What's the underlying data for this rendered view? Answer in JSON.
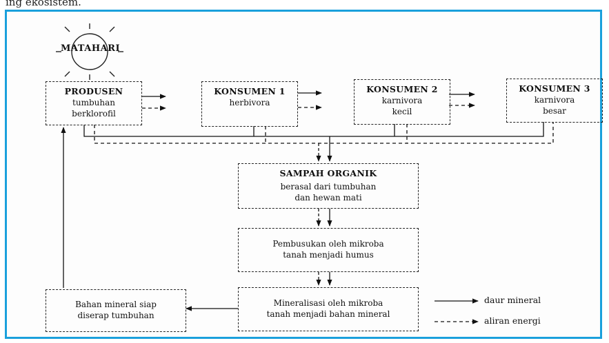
{
  "caption": "ing ekosistem.",
  "sun": {
    "label": "MATAHARI"
  },
  "boxes": {
    "produsen": {
      "title": "PRODUSEN",
      "desc": "tumbuhan\nberklorofil"
    },
    "konsumen1": {
      "title": "KONSUMEN 1",
      "desc": "herbivora"
    },
    "konsumen2": {
      "title": "KONSUMEN 2",
      "desc": "karnivora\nkecil"
    },
    "konsumen3": {
      "title": "KONSUMEN 3",
      "desc": "karnivora\nbesar"
    },
    "sampah": {
      "title": "SAMPAH ORGANIK",
      "desc": "berasal dari tumbuhan\ndan hewan mati"
    },
    "pembusukan": {
      "desc": "Pembusukan oleh mikroba\ntanah menjadi humus"
    },
    "mineralisasi": {
      "desc": "Mineralisasi oleh mikroba\ntanah menjadi bahan mineral"
    },
    "bahan": {
      "desc": "Bahan mineral siap\ndiserap tumbuhan"
    }
  },
  "legend": {
    "solid": "daur mineral",
    "dashed": "aliran energi"
  }
}
